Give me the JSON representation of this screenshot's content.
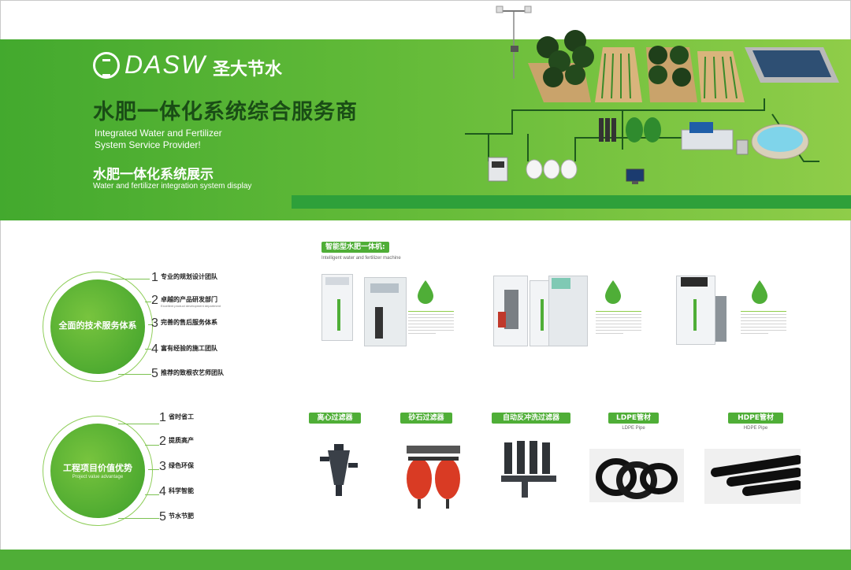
{
  "brand": {
    "logo_text": "DASW",
    "logo_cn": "圣大节水"
  },
  "hero": {
    "title_cn": "水肥一体化系统综合服务商",
    "title_en_line1": "Integrated Water and Fertilizer",
    "title_en_line2": "System Service Provider!",
    "subtitle_cn": "水肥一体化系统展示",
    "subtitle_en": "Water and fertilizer integration system display"
  },
  "service_system": {
    "title": "全面的技术服务体系",
    "items": [
      {
        "num": "1",
        "label": "专业的规划设计团队"
      },
      {
        "num": "2",
        "label": "卓越的产品研发部门",
        "en": "Excellent product development department"
      },
      {
        "num": "3",
        "label": "完善的售后服务体系"
      },
      {
        "num": "4",
        "label": "富有经验的施工团队"
      },
      {
        "num": "5",
        "label": "推荐的致根农艺师团队"
      }
    ]
  },
  "advantages": {
    "title": "工程项目价值优势",
    "title_en": "Project value advantage",
    "items": [
      {
        "num": "1",
        "label": "省时省工"
      },
      {
        "num": "2",
        "label": "提质高产"
      },
      {
        "num": "3",
        "label": "绿色环保"
      },
      {
        "num": "4",
        "label": "科学智能"
      },
      {
        "num": "5",
        "label": "节水节肥"
      }
    ]
  },
  "machines": {
    "title_cn": "智能型水肥一体机:",
    "title_en": "Intelligent water and fertilizer machine"
  },
  "products": [
    {
      "cn": "离心过滤器"
    },
    {
      "cn": "砂石过滤器"
    },
    {
      "cn": "自动反冲洗过滤器"
    },
    {
      "cn": "LDPE管材",
      "en": "LDPE Pipe"
    },
    {
      "cn": "HDPE管材",
      "en": "HDPE Pipe"
    }
  ],
  "colors": {
    "primary": "#4fae37",
    "dark_green": "#1a4d16",
    "accent_bar": "#2ea03a"
  }
}
